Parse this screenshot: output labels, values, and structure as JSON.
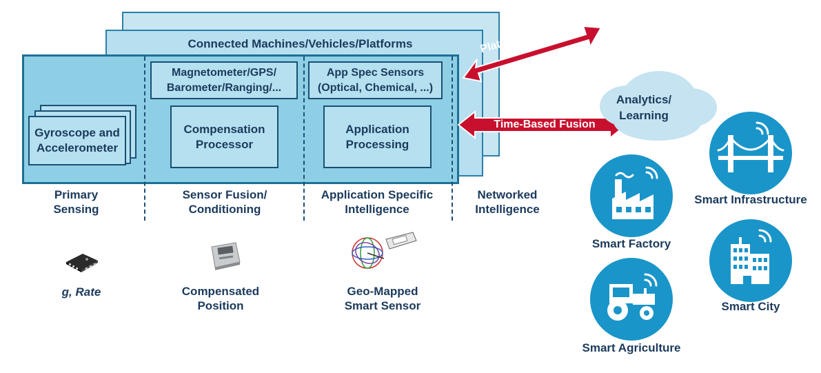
{
  "layers": {
    "back_title": "Connected Machines/Vehicles/Platforms"
  },
  "boxes": {
    "gyro": "Gyroscope and Accelerometer",
    "magnetometer": "Magnetometer/GPS/ Barometer/Ranging/...",
    "app_spec": "App Spec Sensors (Optical, Chemical, ...)",
    "compensation": "Compensation Processor",
    "application": "Application Processing"
  },
  "columns": [
    {
      "label": "Primary Sensing"
    },
    {
      "label": "Sensor Fusion/ Conditioning"
    },
    {
      "label": "Application Specific Intelligence"
    },
    {
      "label": "Networked Intelligence"
    }
  ],
  "products": [
    {
      "label": "g, Rate",
      "icon": "chip-icon"
    },
    {
      "label": "Compensated Position",
      "icon": "module-icon"
    },
    {
      "label": "Geo-Mapped Smart Sensor",
      "icon": "smart-sensor-icon"
    }
  ],
  "arrows": {
    "platform": "Platform-Fusion",
    "time": "Time-Based Fusion"
  },
  "cloud": "Analytics/ Learning",
  "smart": [
    {
      "label": "Smart Factory",
      "icon": "factory-icon"
    },
    {
      "label": "Smart Agriculture",
      "icon": "tractor-icon"
    },
    {
      "label": "Smart Infrastructure",
      "icon": "bridge-icon"
    },
    {
      "label": "Smart City",
      "icon": "city-icon"
    }
  ],
  "colors": {
    "arrow": "#c8102e",
    "circle": "#1a95c9",
    "panel": "#8ecfe6",
    "text": "#1b3a5c"
  }
}
